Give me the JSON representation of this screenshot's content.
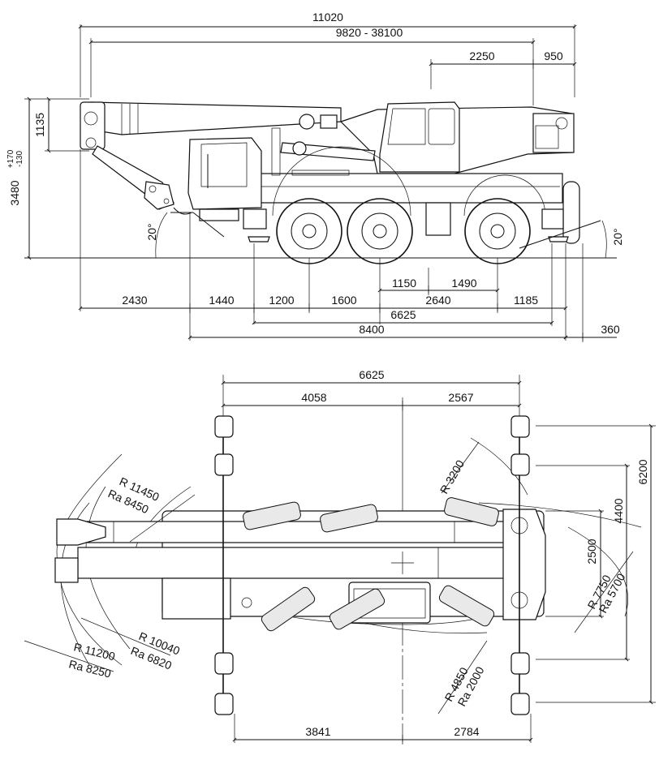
{
  "side_view": {
    "dims_top": {
      "overall_length": "11020",
      "boom_range": "9820 - 38100",
      "d2250": "2250",
      "d950": "950"
    },
    "dims_left": {
      "height": "3480",
      "d1135": "1135",
      "tol_plus": "+170",
      "tol_minus": "-130"
    },
    "angles": {
      "front": "20°",
      "rear": "20°"
    },
    "dims_bottom": {
      "d2430": "2430",
      "d1440": "1440",
      "d1200": "1200",
      "d1600": "1600",
      "d1150": "1150",
      "d1490": "1490",
      "d2640": "2640",
      "d1185": "1185",
      "d6625": "6625",
      "d8400": "8400",
      "d360": "360"
    }
  },
  "top_view": {
    "dims_top": {
      "outrigger_base": "6625",
      "d4058": "4058",
      "d2567": "2567"
    },
    "dims_bottom": {
      "d3841": "3841",
      "d2784": "2784"
    },
    "dims_right": {
      "d6200": "6200",
      "d4400": "4400",
      "d2500": "2500"
    },
    "radii": {
      "r11450": "R 11450",
      "ra8450": "Ra 8450",
      "r11200": "R 11200",
      "ra8250": "Ra 8250",
      "r10040": "R 10040",
      "ra6820": "Ra 6820",
      "r3200": "R 3200",
      "r7750": "R 7750",
      "ra5700": "Ra 5700",
      "r4850": "R 4850",
      "ra2000": "Ra 2000"
    }
  }
}
